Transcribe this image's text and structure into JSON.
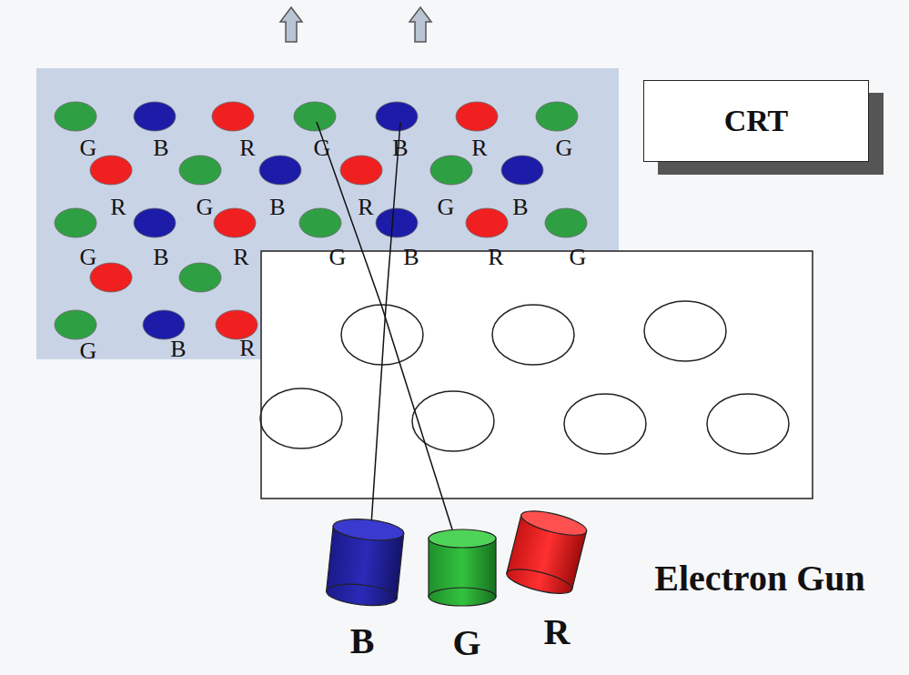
{
  "diagram": {
    "nodes": [
      {
        "text": [
          "CRT"
        ]
      }
    ],
    "labels": [
      "G",
      "B",
      "R",
      "G",
      "B",
      "R",
      "G",
      "R",
      "G",
      "B",
      "R",
      "G",
      "B",
      "G",
      "B",
      "R",
      "G",
      "B",
      "R",
      "G",
      "G",
      "B",
      "R",
      "B",
      "G",
      "R",
      "Electron Gun"
    ]
  }
}
